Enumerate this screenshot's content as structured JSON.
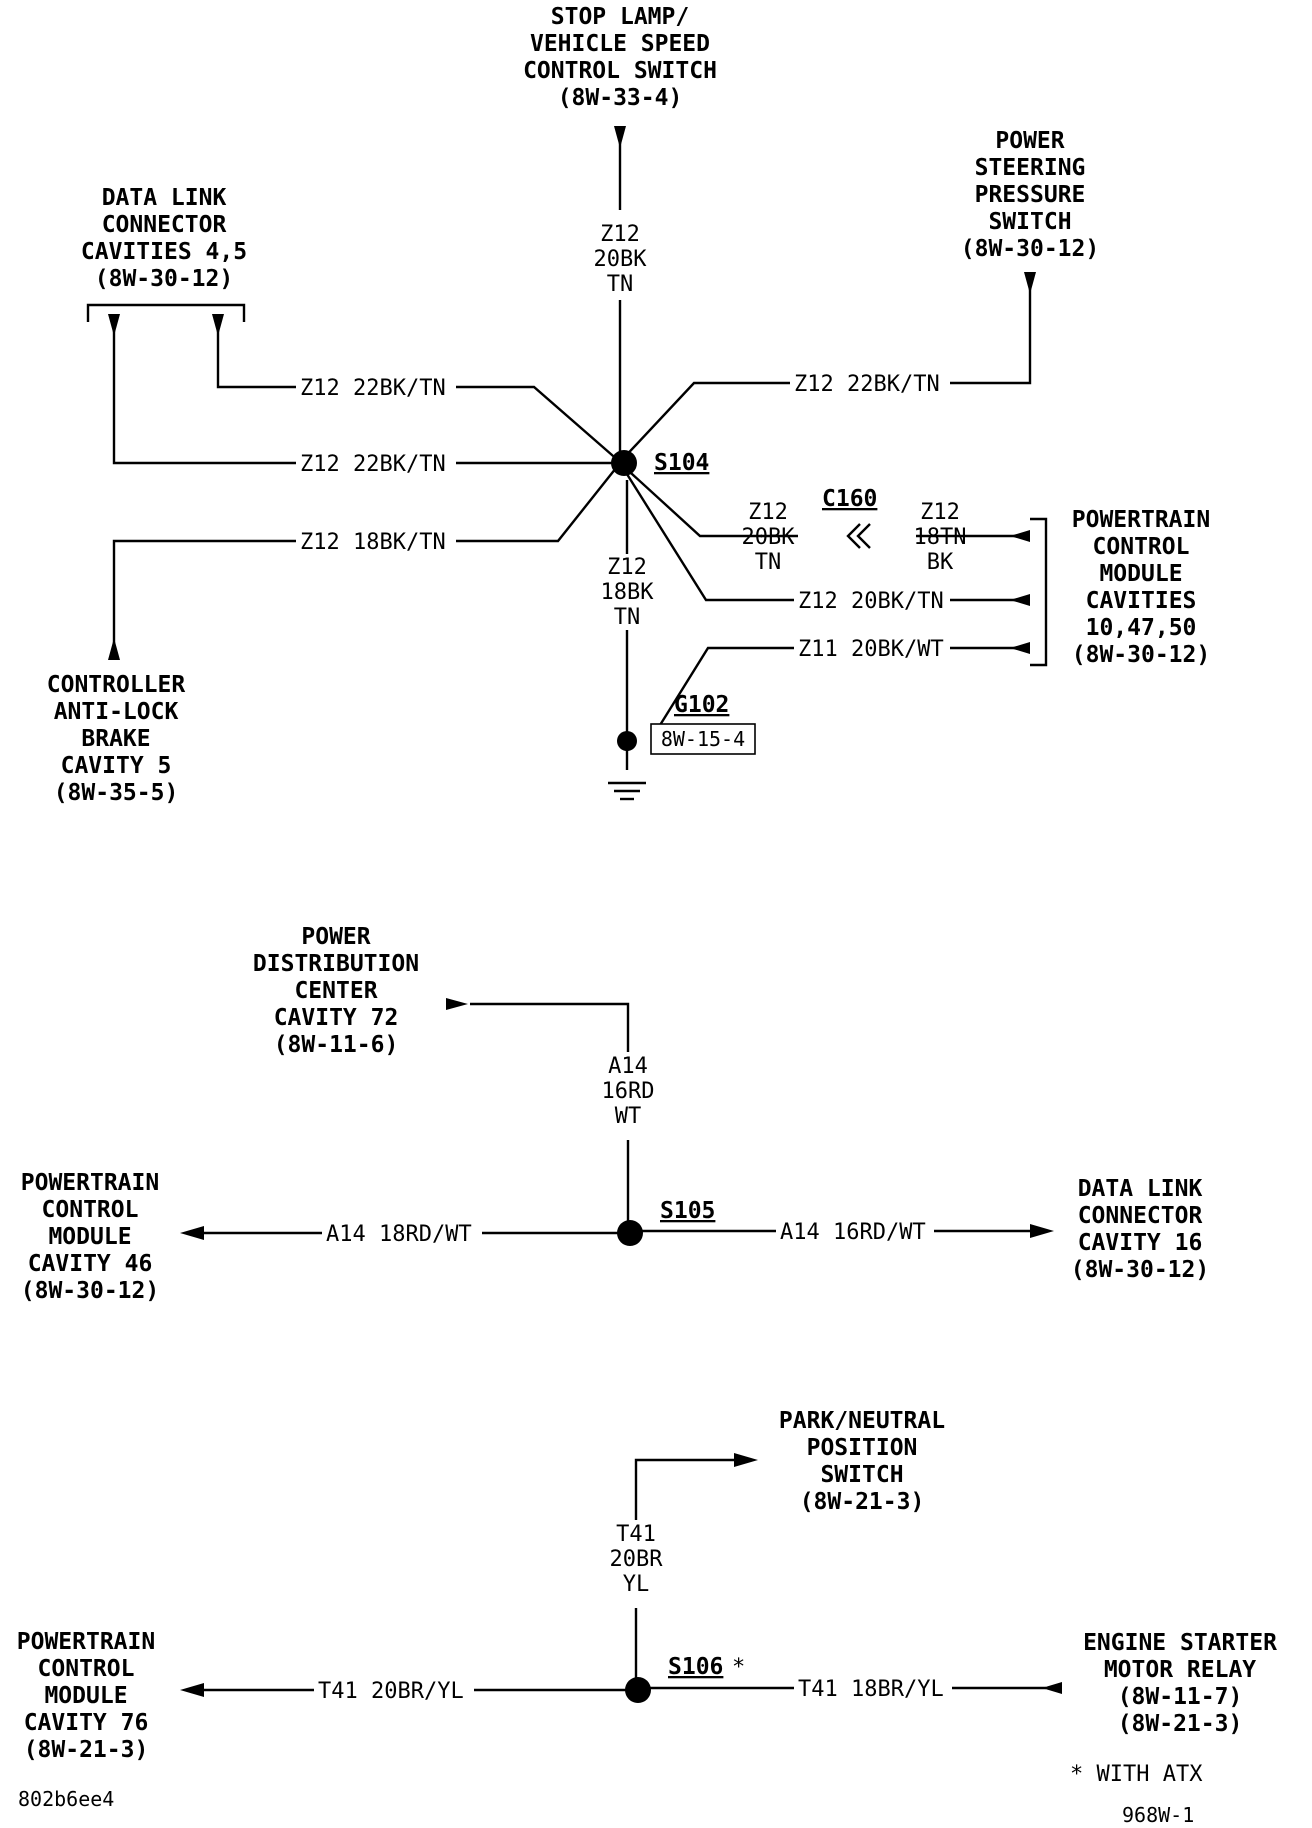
{
  "components": {
    "stop_lamp": [
      "STOP LAMP/",
      "VEHICLE SPEED",
      "CONTROL SWITCH",
      "(8W-33-4)"
    ],
    "dlc_cavities_45": [
      "DATA LINK",
      "CONNECTOR",
      "CAVITIES 4,5",
      "(8W-30-12)"
    ],
    "ps_pressure_switch": [
      "POWER",
      "STEERING",
      "PRESSURE",
      "SWITCH",
      "(8W-30-12)"
    ],
    "pcm_cavities": [
      "POWERTRAIN",
      "CONTROL",
      "MODULE",
      "CAVITIES",
      "10,47,50",
      "(8W-30-12)"
    ],
    "abs_controller": [
      "CONTROLLER",
      "ANTI-LOCK",
      "BRAKE",
      "CAVITY 5",
      "(8W-35-5)"
    ],
    "pdc": [
      "POWER",
      "DISTRIBUTION",
      "CENTER",
      "CAVITY 72",
      "(8W-11-6)"
    ],
    "pcm_cavity_46": [
      "POWERTRAIN",
      "CONTROL",
      "MODULE",
      "CAVITY 46",
      "(8W-30-12)"
    ],
    "dlc_cavity_16": [
      "DATA LINK",
      "CONNECTOR",
      "CAVITY 16",
      "(8W-30-12)"
    ],
    "pn_switch": [
      "PARK/NEUTRAL",
      "POSITION",
      "SWITCH",
      "(8W-21-3)"
    ],
    "pcm_cavity_76": [
      "POWERTRAIN",
      "CONTROL",
      "MODULE",
      "CAVITY 76",
      "(8W-21-3)"
    ],
    "starter_relay": [
      "ENGINE STARTER",
      "MOTOR RELAY",
      "(8W-11-7)",
      "(8W-21-3)"
    ]
  },
  "splices": {
    "s104": "S104",
    "s105": "S105",
    "s106": "S106",
    "s106_mark": "*"
  },
  "connector": {
    "c160": "C160"
  },
  "ground": {
    "name": "G102",
    "ref": "8W-15-4"
  },
  "wires": {
    "top_vertical": [
      "Z12",
      "20BK",
      "TN"
    ],
    "dlc_upper": "Z12 22BK/TN",
    "dlc_lower": "Z12 22BK/TN",
    "ps_switch": "Z12 22BK/TN",
    "abs": "Z12 18BK/TN",
    "c160_left": [
      "Z12",
      "20BK",
      "TN"
    ],
    "c160_right": [
      "Z12",
      "18TN",
      "BK"
    ],
    "pcm_mid": "Z12 20BK/TN",
    "pcm_z11": "Z11 20BK/WT",
    "ground_vertical": [
      "Z12",
      "18BK",
      "TN"
    ],
    "a14_vertical": [
      "A14",
      "16RD",
      "WT"
    ],
    "a14_left": "A14 18RD/WT",
    "a14_right": "A14 16RD/WT",
    "t41_vertical": [
      "T41",
      "20BR",
      "YL"
    ],
    "t41_left": "T41 20BR/YL",
    "t41_right": "T41 18BR/YL"
  },
  "notes": {
    "atx": "* WITH ATX",
    "image_id": "802b6ee4",
    "page_id": "968W-1"
  }
}
